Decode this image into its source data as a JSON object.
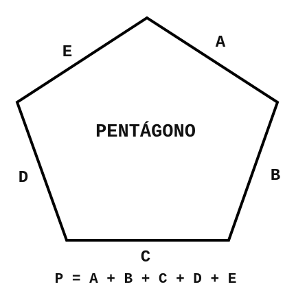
{
  "shape": {
    "title": "PENTÁGONO",
    "stroke_color": "#000000"
  },
  "sides": {
    "a": "A",
    "b": "B",
    "c": "C",
    "d": "D",
    "e": "E"
  },
  "formula": "P = A + B + C + D + E"
}
